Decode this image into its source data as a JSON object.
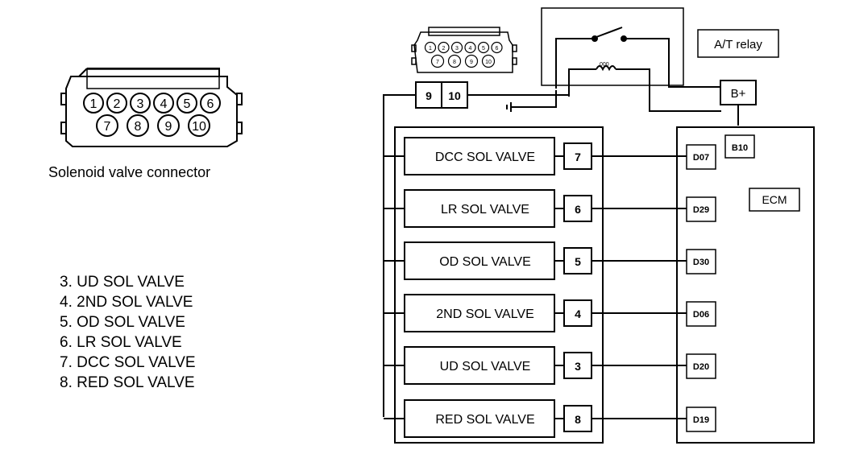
{
  "connector_caption": "Solenoid valve connector",
  "connector_pins_top": [
    "1",
    "2",
    "3",
    "4",
    "5",
    "6"
  ],
  "connector_pins_bottom": [
    "7",
    "8",
    "9",
    "10"
  ],
  "legend": [
    "3. UD SOL VALVE",
    "4. 2ND SOL VALVE",
    "5. OD SOL VALVE",
    "6. LR SOL VALVE",
    "7. DCC SOL VALVE",
    "8. RED SOL VALVE"
  ],
  "relay_label": "A/T relay",
  "bplus_label": "B+",
  "ecm_label": "ECM",
  "b10_label": "B10",
  "supply_pins": [
    "9",
    "10"
  ],
  "valves": [
    {
      "name": "DCC SOL VALVE",
      "pin": "7",
      "terminal": "D07"
    },
    {
      "name": "LR SOL VALVE",
      "pin": "6",
      "terminal": "D29"
    },
    {
      "name": "OD SOL VALVE",
      "pin": "5",
      "terminal": "D30"
    },
    {
      "name": "2ND SOL VALVE",
      "pin": "4",
      "terminal": "D06"
    },
    {
      "name": "UD SOL VALVE",
      "pin": "3",
      "terminal": "D20"
    },
    {
      "name": "RED SOL VALVE",
      "pin": "8",
      "terminal": "D19"
    }
  ],
  "coil_label": "000"
}
